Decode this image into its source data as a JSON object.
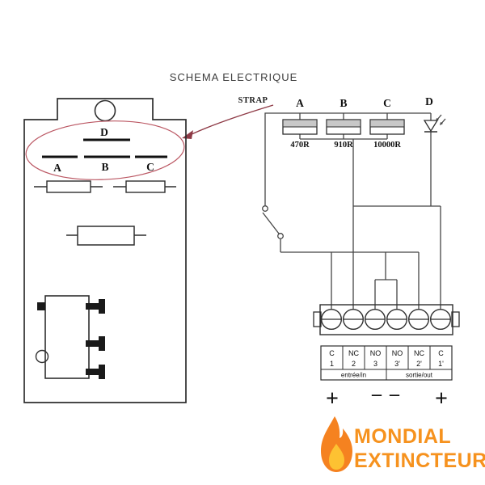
{
  "title": "SCHEMA ELECTRIQUE",
  "strap_label": "STRAP",
  "device": {
    "pad_label": "D",
    "row_labels": [
      "A",
      "B",
      "C"
    ]
  },
  "circuit": {
    "components": [
      {
        "label": "A",
        "value": "470R"
      },
      {
        "label": "B",
        "value": "910R"
      },
      {
        "label": "C",
        "value": "10000R"
      },
      {
        "label": "D"
      }
    ]
  },
  "terminals": {
    "cells": [
      {
        "code": "C",
        "num": "1"
      },
      {
        "code": "NC",
        "num": "2"
      },
      {
        "code": "NO",
        "num": "3"
      },
      {
        "code": "NO",
        "num": "3'"
      },
      {
        "code": "NC",
        "num": "2'"
      },
      {
        "code": "C",
        "num": "1'"
      }
    ],
    "in_label": "entrée/in",
    "out_label": "sortie/out",
    "polarity_left": "+",
    "polarity_mid": "– –",
    "polarity_right": "+"
  },
  "logo": {
    "line1": "MONDIAL",
    "line2": "EXTINCTEUR",
    "text_color": "#F6921E",
    "flame_outer": "#F58220",
    "flame_inner": "#FDC232"
  },
  "colors": {
    "ellipse_red": "#bb5763",
    "arrow_red": "#8e3a46"
  }
}
